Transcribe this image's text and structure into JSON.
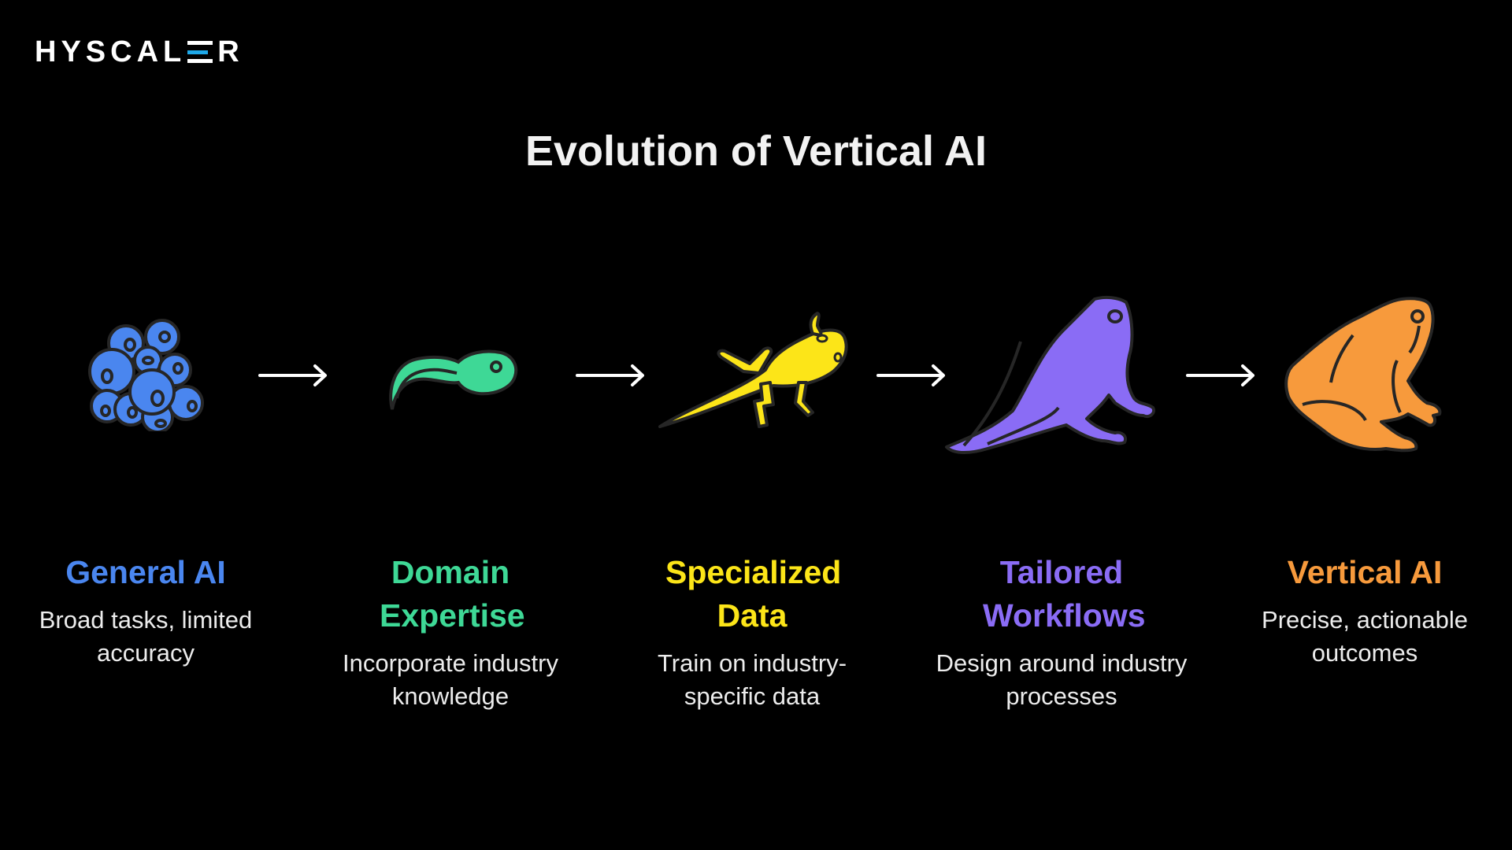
{
  "brand": {
    "logo_left": "HYSCAL",
    "logo_right": "R",
    "accent_color": "#1ea8e8"
  },
  "title": "Evolution of Vertical AI",
  "arrow_icon": "right-arrow-icon",
  "stages": [
    {
      "heading": "General AI",
      "description": "Broad tasks, limited accuracy",
      "icon": "frog-eggs-icon",
      "color": "#4a86ef"
    },
    {
      "heading": "Domain Expertise",
      "description": "Incorporate industry knowledge",
      "icon": "tadpole-icon",
      "color": "#3ed896"
    },
    {
      "heading": "Specialized Data",
      "description": "Train on industry-specific data",
      "icon": "tadpole-with-legs-icon",
      "color": "#fce518"
    },
    {
      "heading": "Tailored Workflows",
      "description": "Design around industry processes",
      "icon": "froglet-icon",
      "color": "#8a6cf5"
    },
    {
      "heading": "Vertical AI",
      "description": "Precise, actionable outcomes",
      "icon": "frog-icon",
      "color": "#f79a3c"
    }
  ]
}
